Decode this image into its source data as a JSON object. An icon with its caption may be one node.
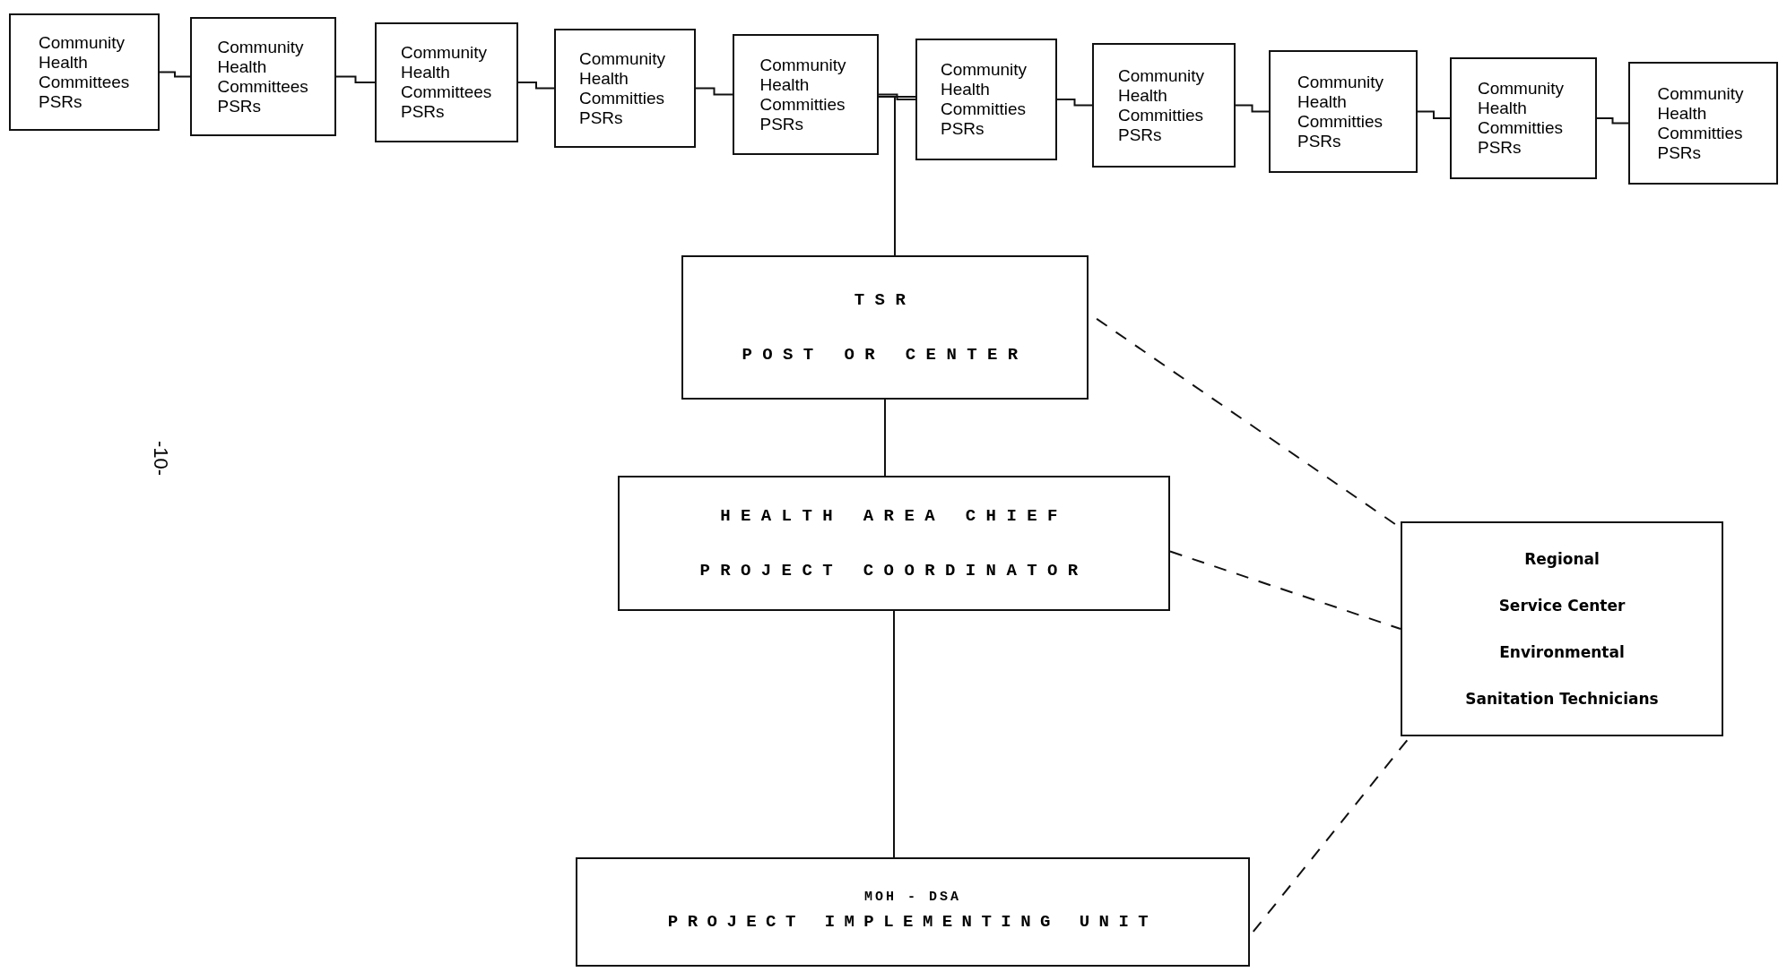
{
  "diagram": {
    "nodes": [
      {
        "text": [
          "Community Health Committees PSRs"
        ]
      },
      {
        "text": [
          "Community Health Committees PSRs"
        ]
      },
      {
        "text": [
          "Community Health Committees PSRs"
        ]
      },
      {
        "text": [
          "Community Health Committies PSRs"
        ]
      },
      {
        "text": [
          "Community Health Committies PSRs"
        ]
      },
      {
        "text": [
          "Community Health Committies PSRs"
        ]
      },
      {
        "text": [
          "Community Health Committies PSRs"
        ]
      },
      {
        "text": [
          "Community Health Committies PSRs"
        ]
      },
      {
        "text": [
          "Community Health Committies PSRs"
        ]
      },
      {
        "text": [
          "Community Health Committies PSRs"
        ]
      },
      {
        "text": [
          "TSR",
          "POST OR CENTER"
        ]
      },
      {
        "text": [
          "HEALTH AREA CHIEF",
          "PROJECT COORDINATOR"
        ]
      },
      {
        "text": [
          "MOH - DSA",
          "PROJECT IMPLEMENTING UNIT"
        ]
      },
      {
        "text": [
          "Regional",
          "Service Center",
          "Environmental",
          "Sanitation Technicians"
        ]
      }
    ],
    "edges": [
      {
        "from": 0,
        "to": 1,
        "arrow": "none"
      },
      {
        "from": 1,
        "to": 2,
        "arrow": "none"
      },
      {
        "from": 2,
        "to": 3,
        "arrow": "none"
      },
      {
        "from": 3,
        "to": 4,
        "arrow": "none"
      },
      {
        "from": 4,
        "to": 5,
        "arrow": "none"
      },
      {
        "from": 5,
        "to": 6,
        "arrow": "none"
      },
      {
        "from": 6,
        "to": 7,
        "arrow": "none"
      },
      {
        "from": 7,
        "to": 8,
        "arrow": "none"
      },
      {
        "from": 8,
        "to": 9,
        "arrow": "none"
      },
      {
        "from": 4,
        "to": 10,
        "arrow": "none"
      },
      {
        "from": 5,
        "to": 10,
        "arrow": "none"
      },
      {
        "from": 10,
        "to": 11,
        "arrow": "none"
      },
      {
        "from": 11,
        "to": 12,
        "arrow": "none"
      },
      {
        "from": 10,
        "to": 13,
        "arrow": "none",
        "style": "dashed"
      },
      {
        "from": 11,
        "to": 13,
        "arrow": "none",
        "style": "dashed"
      },
      {
        "from": 12,
        "to": 13,
        "arrow": "none",
        "style": "dashed"
      }
    ],
    "labels": [
      "-10-"
    ]
  }
}
